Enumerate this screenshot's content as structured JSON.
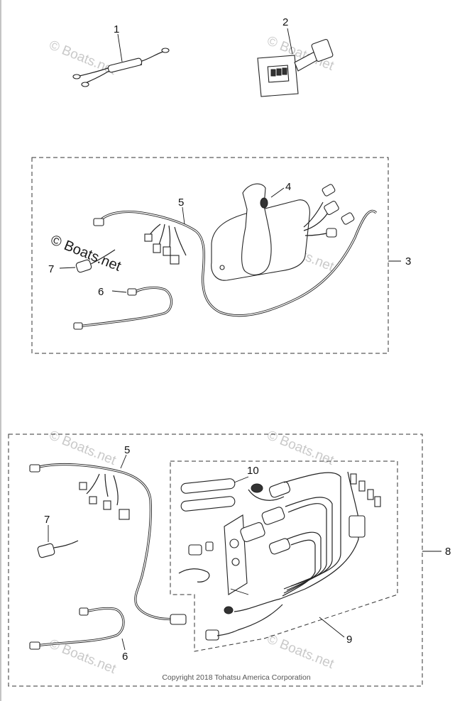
{
  "callouts": {
    "c1": "1",
    "c2": "2",
    "c3": "3",
    "c4": "4",
    "c5a": "5",
    "c6a": "6",
    "c7a": "7",
    "c5b": "5",
    "c6b": "6",
    "c7b": "7",
    "c8": "8",
    "c9": "9",
    "c10": "10"
  },
  "watermark": {
    "text": "© Boats.net",
    "large_text": "© Boats.net"
  },
  "copyright": "Copyright 2018 Tohatsu America Corporation"
}
